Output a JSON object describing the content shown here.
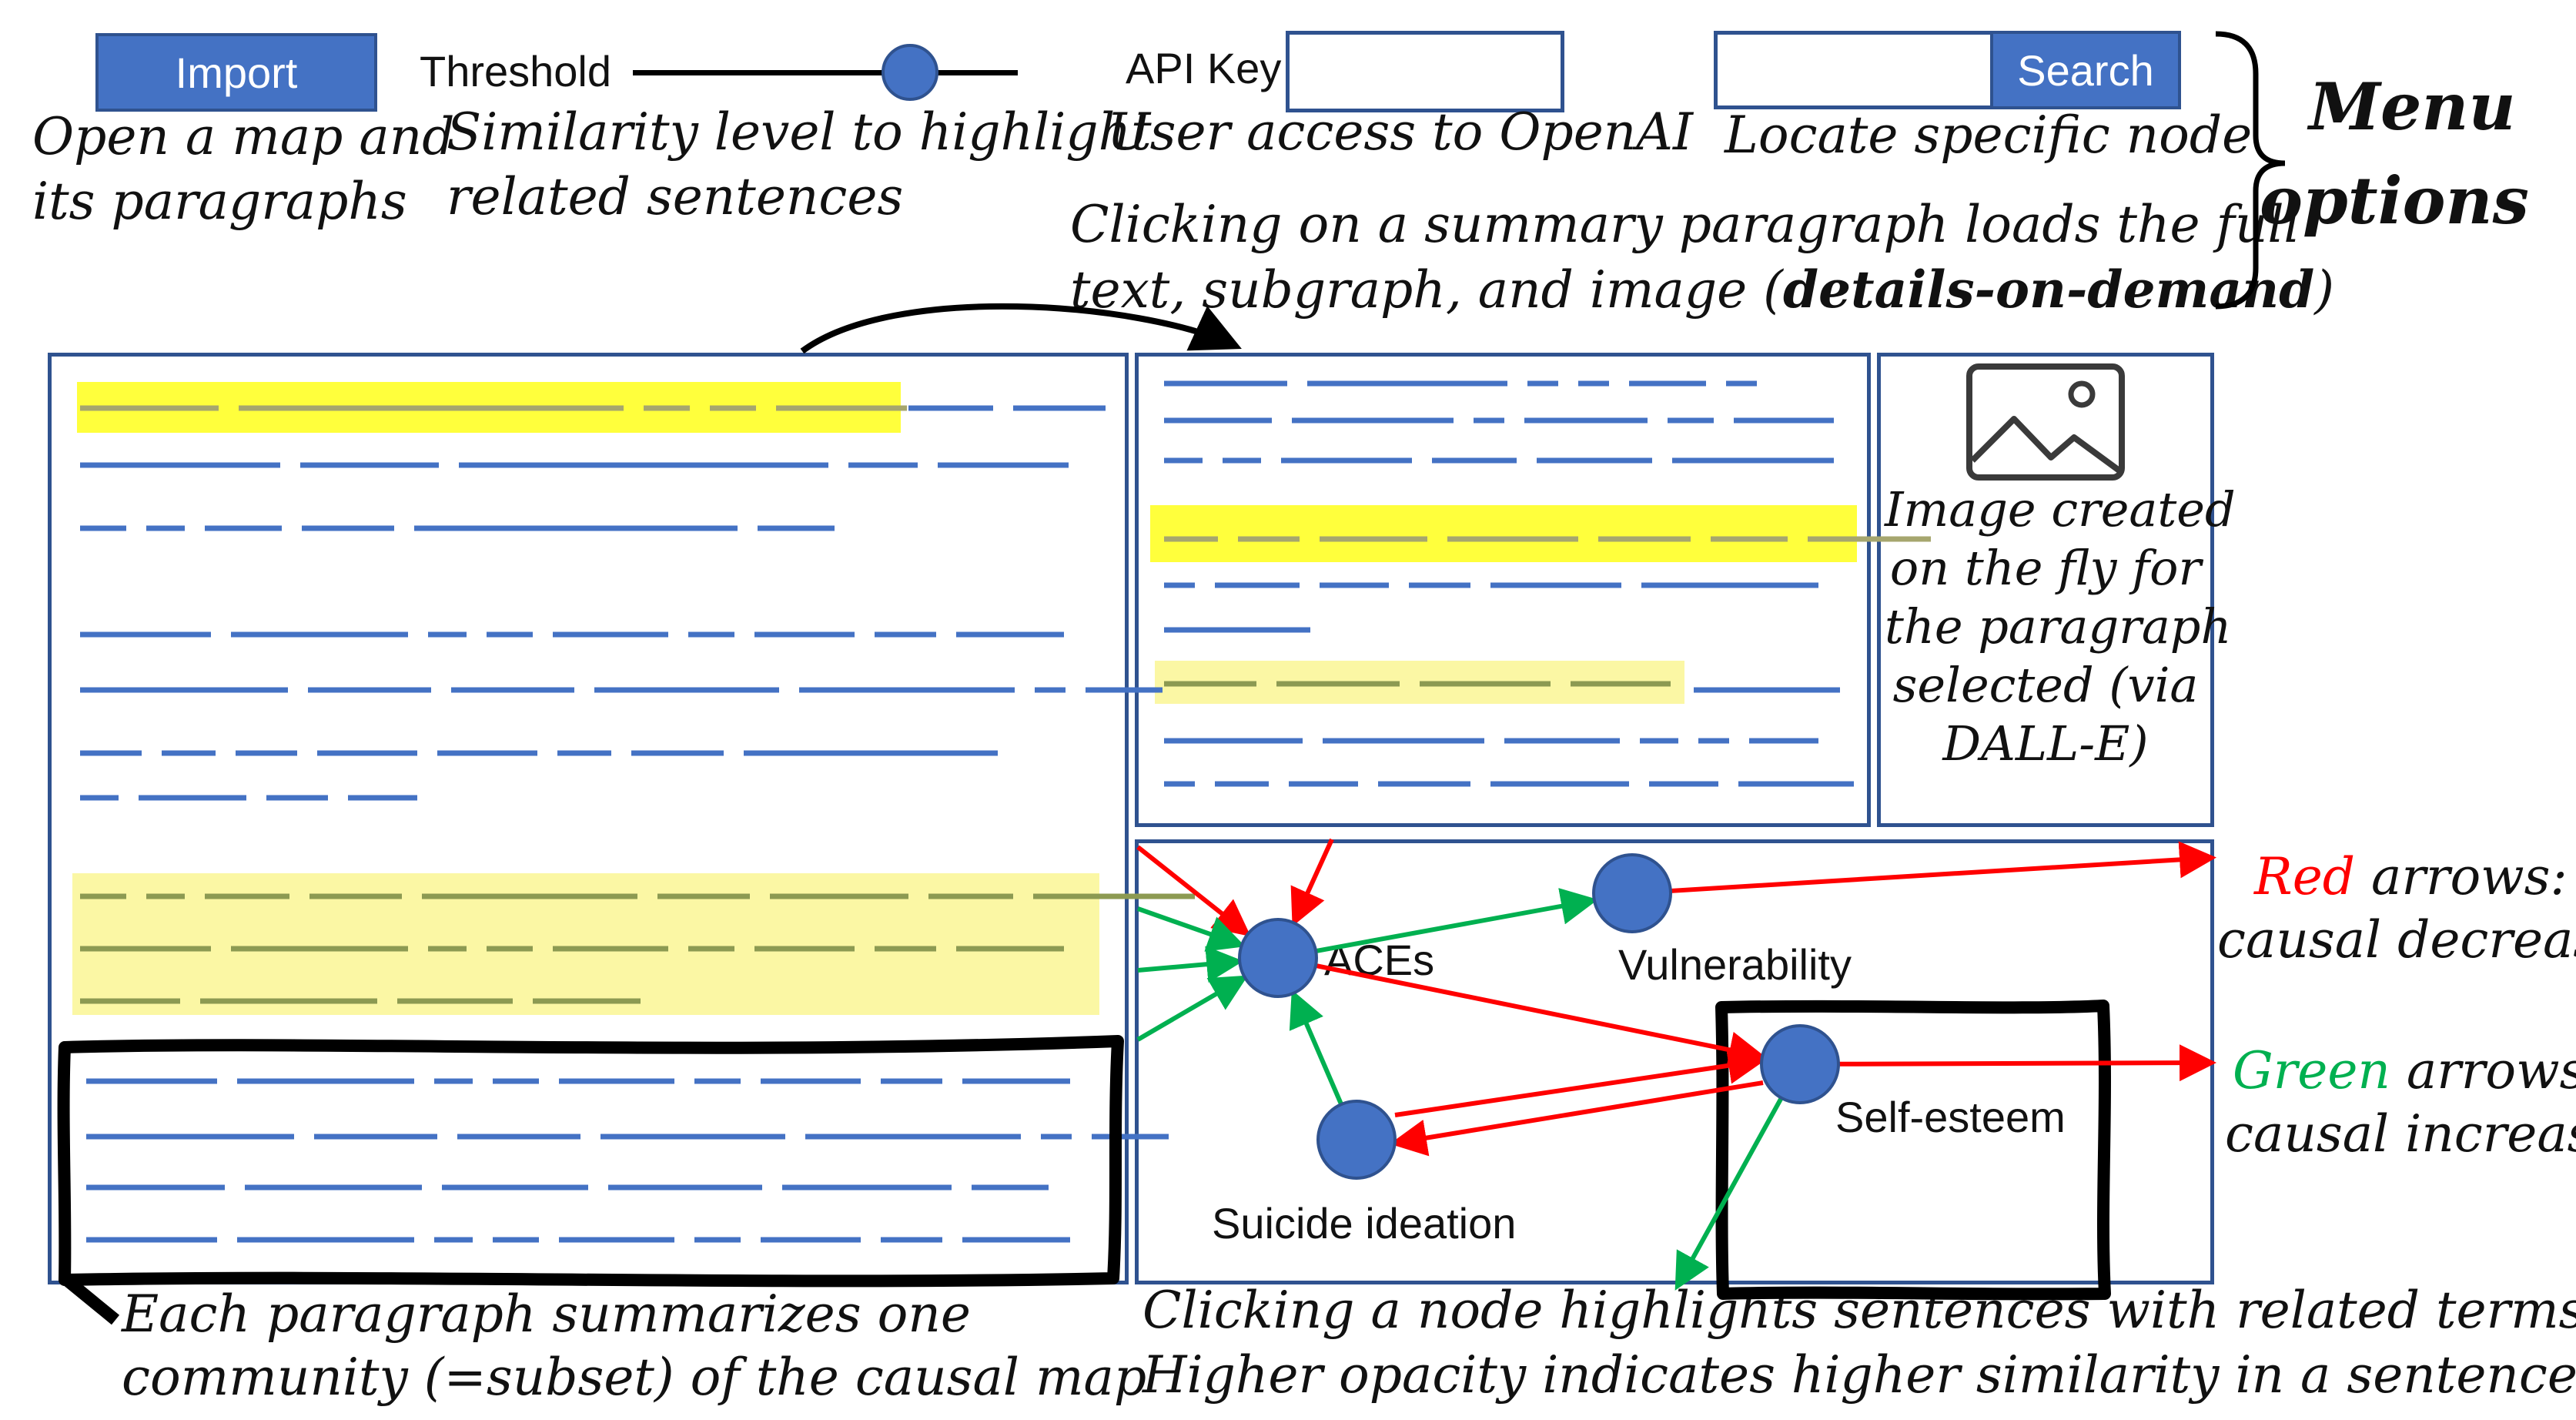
{
  "toolbar": {
    "import_label": "Import",
    "threshold_label": "Threshold",
    "api_key_label": "API Key",
    "api_key_value": "",
    "search_value": "",
    "search_label": "Search",
    "threshold_level": 0.72
  },
  "annotations": {
    "import_desc": [
      "Open a map and",
      "its paragraphs"
    ],
    "threshold_desc": [
      "Similarity level to highlight",
      "related sentences"
    ],
    "api_desc": "User access to OpenAI",
    "search_desc": "Locate specific node",
    "menu_options": [
      "Menu",
      "options"
    ],
    "details_line1": "Clicking on a summary paragraph loads the full",
    "details_line2_prefix": "text, subgraph, and image (",
    "details_line2_bold": "details-on-demand",
    "details_line2_suffix": ")",
    "image_desc": [
      "Image created",
      "on the fly for",
      "the paragraph",
      "selected (via",
      "DALL-E)"
    ],
    "legend_red_word": "Red",
    "legend_red_rest": " arrows:",
    "legend_red_line2": "causal decrease",
    "legend_green_word": "Green",
    "legend_green_rest": " arrows:",
    "legend_green_line2": "causal increase",
    "paragraph_desc": [
      "Each paragraph summarizes one",
      "community (=subset) of the causal map"
    ],
    "node_desc": [
      "Clicking a node highlights sentences with related terms.",
      "Higher opacity indicates higher similarity in a sentence."
    ]
  },
  "graph": {
    "nodes": [
      "ACEs",
      "Vulnerability",
      "Self-esteem",
      "Suicide ideation"
    ]
  },
  "colors": {
    "accent": "#4472c4",
    "accent_border": "#2f528f",
    "highlight_strong": "#ffff3c",
    "highlight_weak": "#fbf7a4",
    "red_arrow": "#ff0000",
    "green_arrow": "#00b050",
    "node_fill": "#4472c4"
  },
  "icons": [
    "image-placeholder-icon",
    "curly-brace-icon",
    "curved-arrow-icon"
  ]
}
